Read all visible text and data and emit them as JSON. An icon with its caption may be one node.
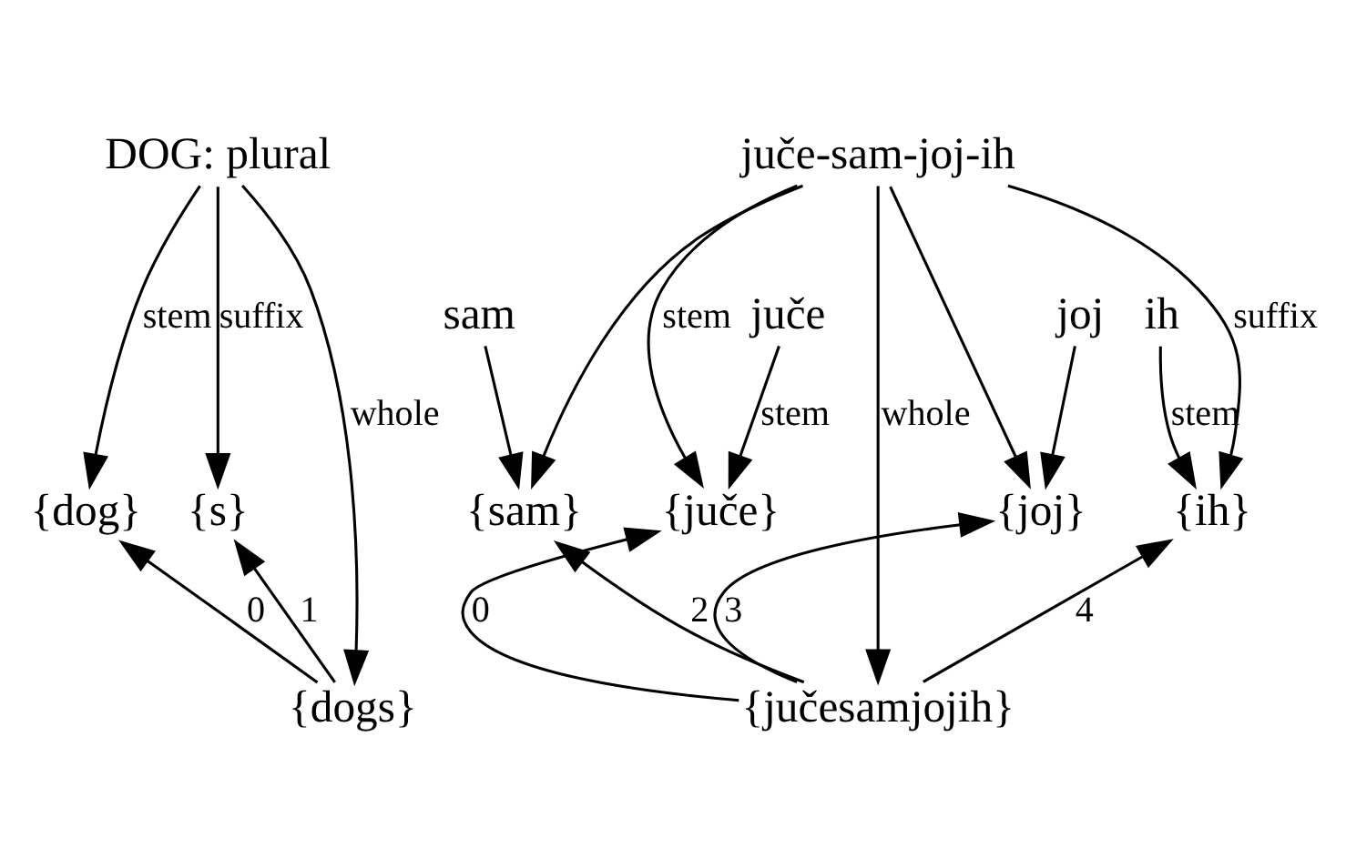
{
  "diagram": {
    "nodes": [
      {
        "text": [
          "DOG: plural"
        ]
      },
      {
        "text": [
          "{dog}"
        ]
      },
      {
        "text": [
          "{s}"
        ]
      },
      {
        "text": [
          "{dogs}"
        ]
      },
      {
        "text": [
          "juče-sam-joj-ih"
        ]
      },
      {
        "text": [
          "juče"
        ]
      },
      {
        "text": [
          "sam"
        ]
      },
      {
        "text": [
          "joj"
        ]
      },
      {
        "text": [
          "ih"
        ]
      },
      {
        "text": [
          "{juče}"
        ]
      },
      {
        "text": [
          "{sam}"
        ]
      },
      {
        "text": [
          "{joj}"
        ]
      },
      {
        "text": [
          "{ih}"
        ]
      },
      {
        "text": [
          "{jučesamjojih}"
        ]
      }
    ],
    "edges": [
      {
        "from": 0,
        "to": 1,
        "arrow": "to",
        "label": "stem"
      },
      {
        "from": 0,
        "to": 2,
        "arrow": "to",
        "label": "suffix"
      },
      {
        "from": 0,
        "to": 3,
        "arrow": "to",
        "label": "whole"
      },
      {
        "from": 3,
        "to": 1,
        "arrow": "to",
        "label": "0"
      },
      {
        "from": 3,
        "to": 2,
        "arrow": "to",
        "label": "1"
      },
      {
        "from": 4,
        "to": 9,
        "arrow": "to",
        "label": "stem"
      },
      {
        "from": 4,
        "to": 10,
        "arrow": "to"
      },
      {
        "from": 4,
        "to": 11,
        "arrow": "to"
      },
      {
        "from": 4,
        "to": 12,
        "arrow": "to",
        "label": "suffix"
      },
      {
        "from": 4,
        "to": 13,
        "arrow": "to",
        "label": "whole"
      },
      {
        "from": 5,
        "to": 9,
        "arrow": "to",
        "label": "stem"
      },
      {
        "from": 6,
        "to": 10,
        "arrow": "to"
      },
      {
        "from": 7,
        "to": 11,
        "arrow": "to"
      },
      {
        "from": 8,
        "to": 12,
        "arrow": "to",
        "label": "stem"
      },
      {
        "from": 13,
        "to": 9,
        "arrow": "to",
        "label": "0"
      },
      {
        "from": 13,
        "to": 10,
        "arrow": "to",
        "label": "2"
      },
      {
        "from": 13,
        "to": 11,
        "arrow": "to",
        "label": "3"
      },
      {
        "from": 13,
        "to": 12,
        "arrow": "to",
        "label": "4"
      }
    ]
  }
}
